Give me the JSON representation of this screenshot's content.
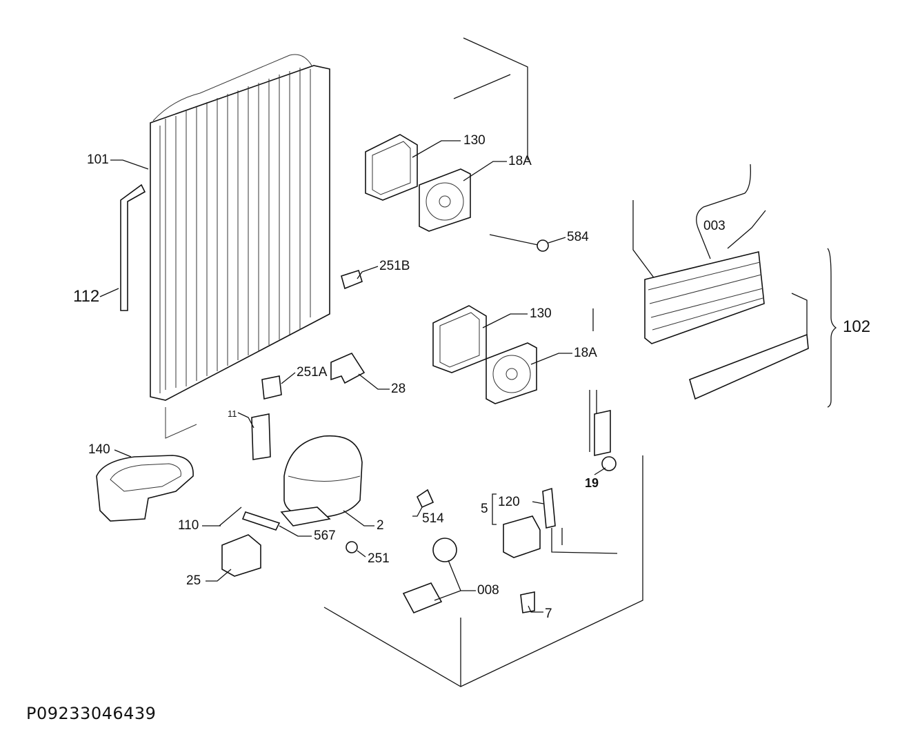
{
  "labels": {
    "p101": "101",
    "p112": "112",
    "p130a": "130",
    "p18a_a": "18A",
    "p584": "584",
    "p251b": "251B",
    "p130b": "130",
    "p18a_b": "18A",
    "p251a": "251A",
    "p28": "28",
    "p11": "11",
    "p140": "140",
    "p2": "2",
    "p110": "110",
    "p567": "567",
    "p514": "514",
    "p251": "251",
    "p25": "25",
    "p008": "008",
    "p7": "7",
    "p120": "120",
    "p5": "5",
    "p19": "19",
    "p003": "003",
    "p102": "102"
  },
  "drawing_code": "P09233046439"
}
